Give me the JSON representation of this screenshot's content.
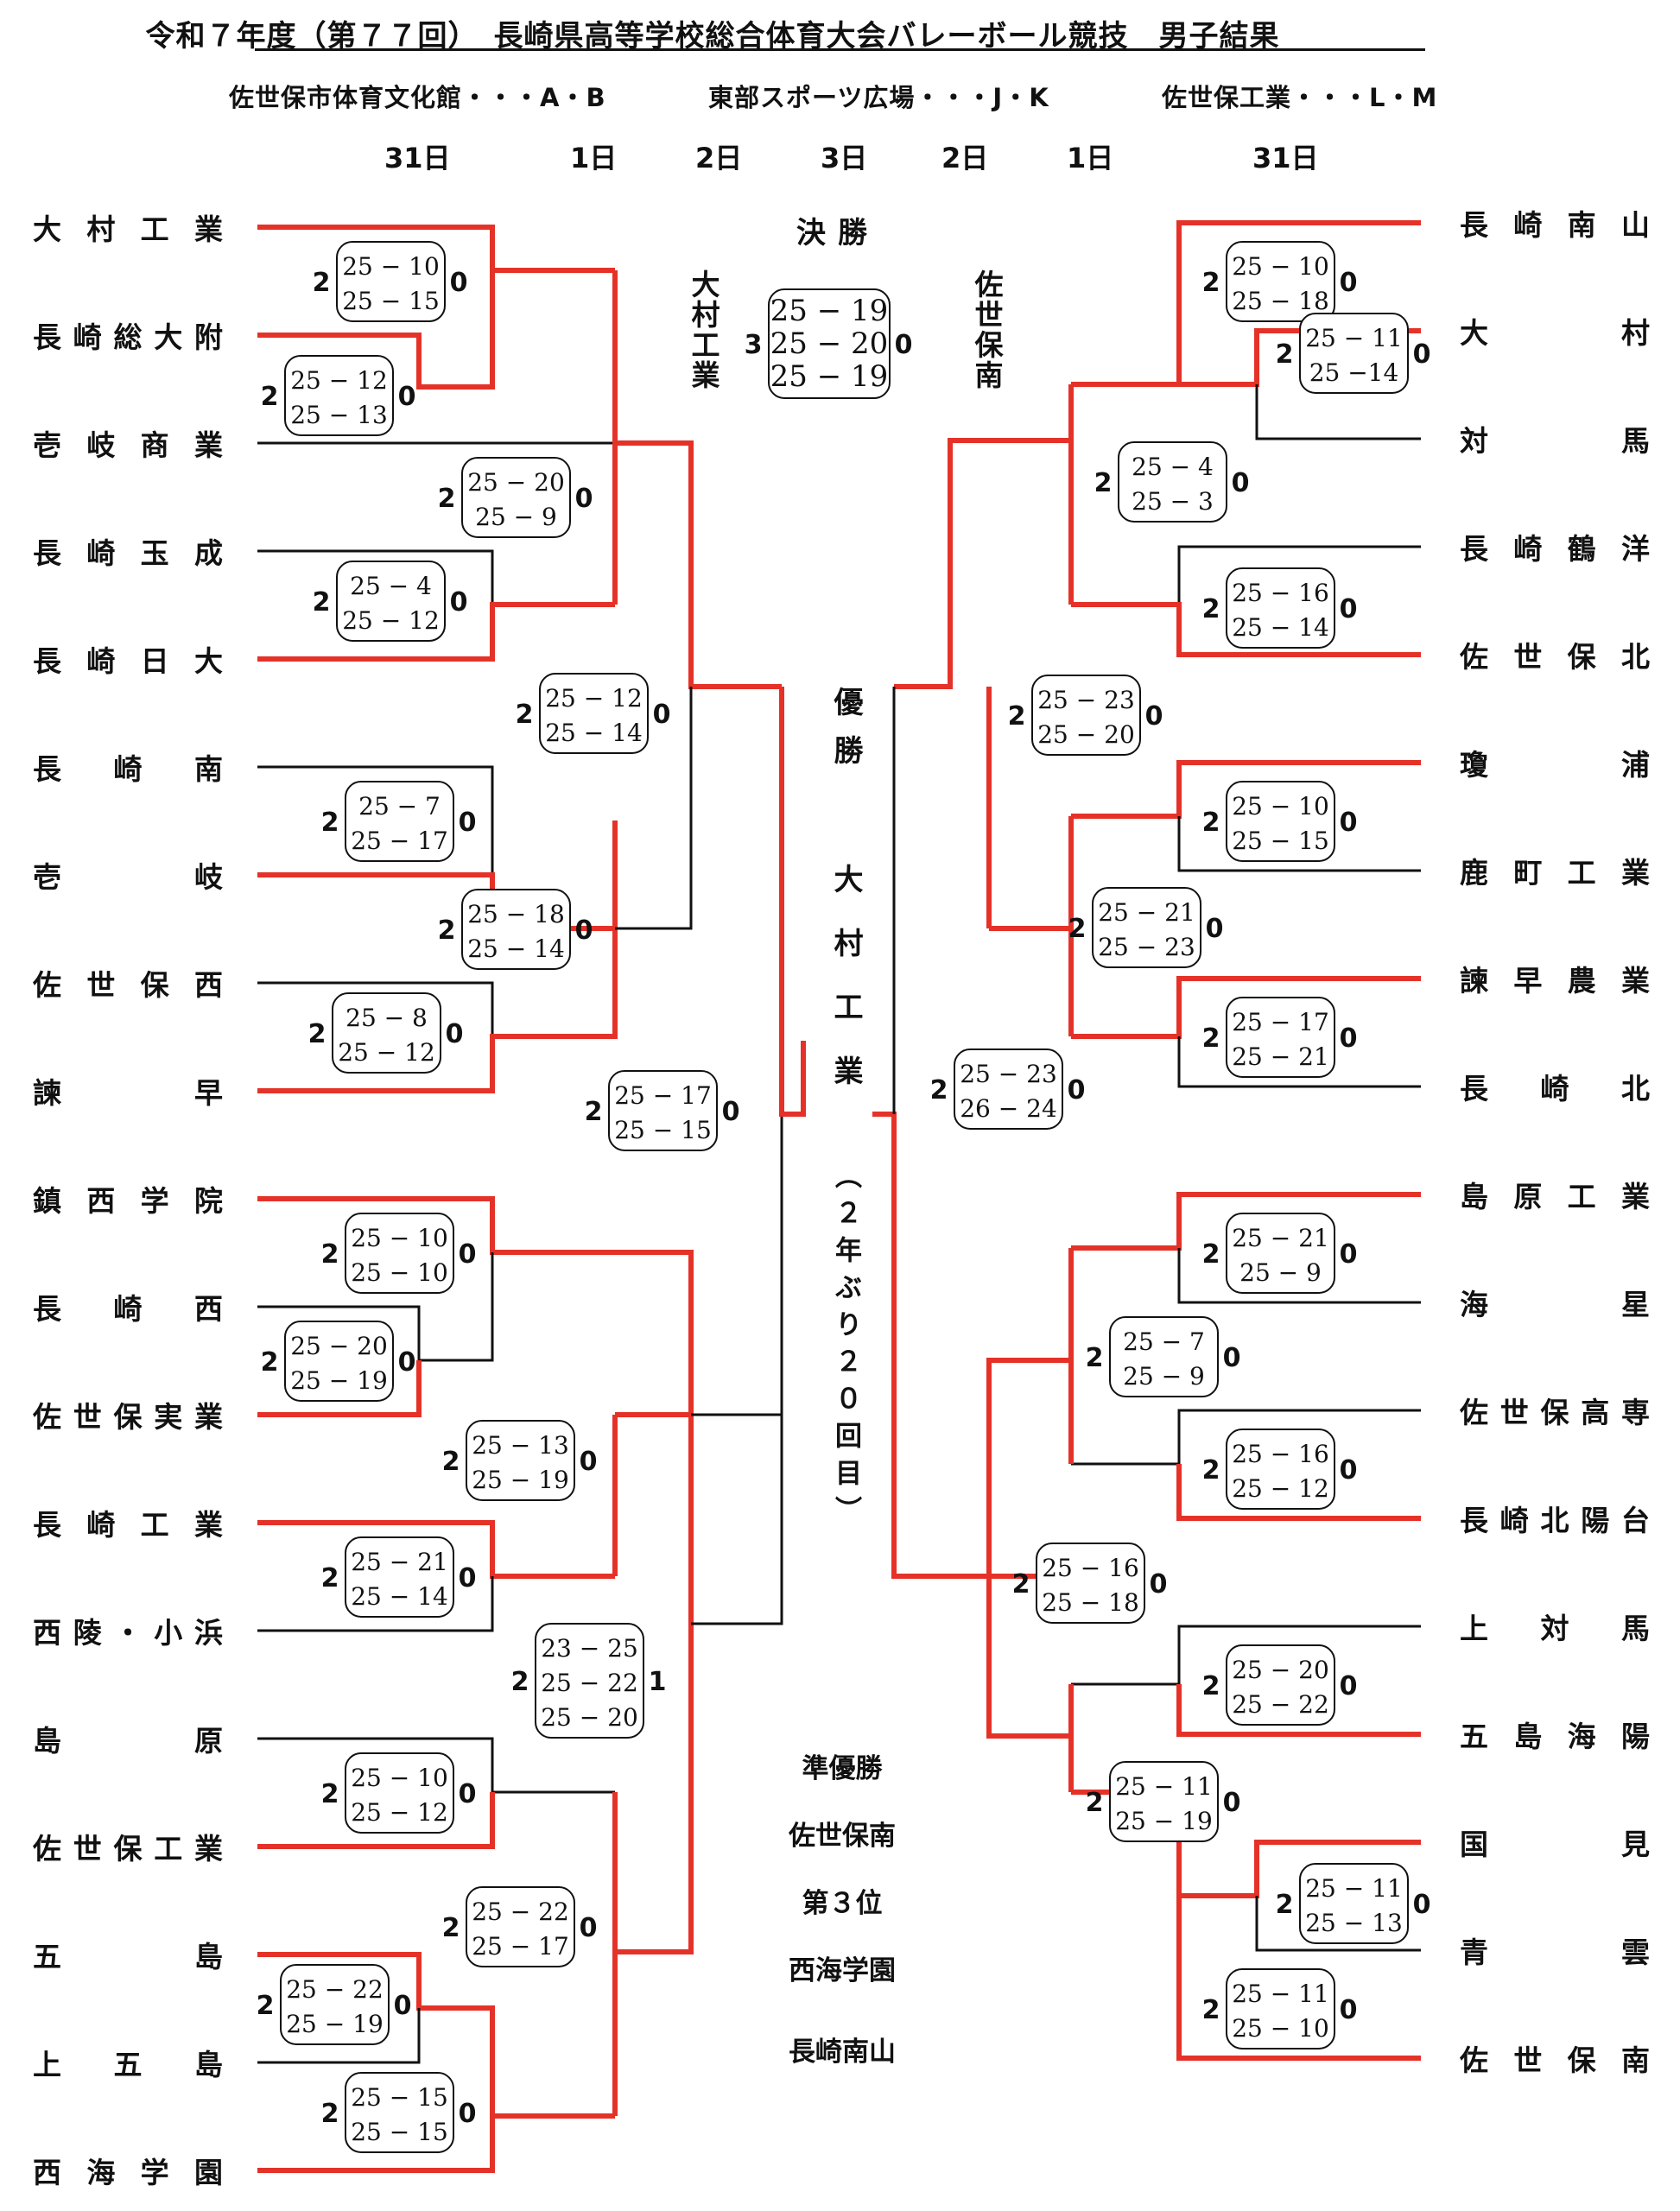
{
  "header": {
    "title": "令和７年度（第７７回）　長崎県高等学校総合体育大会バレーボール競技　男子結果",
    "venues": [
      "佐世保市体育文化館・・・A・B",
      "東部スポーツ広場・・・J・K",
      "佐世保工業・・・L・M"
    ],
    "days": [
      "31日",
      "1日",
      "2日",
      "3日",
      "2日",
      "1日",
      "31日"
    ]
  },
  "left_teams": [
    "大村工業",
    "長崎総大附",
    "壱岐商業",
    "長崎玉成",
    "長崎日大",
    "長崎南",
    "壱岐",
    "佐世保西",
    "諫早",
    "鎮西学院",
    "長崎西",
    "佐世保実業",
    "長崎工業",
    "西陵・小浜",
    "島原",
    "佐世保工業",
    "五島",
    "上五島",
    "西海学園"
  ],
  "right_teams": [
    "長崎南山",
    "大村",
    "対馬",
    "長崎鶴洋",
    "佐世保北",
    "瓊浦",
    "鹿町工業",
    "諫早農業",
    "長崎北",
    "島原工業",
    "海星",
    "佐世保高専",
    "長崎北陽台",
    "上対馬",
    "五島海陽",
    "国見",
    "青雲",
    "佐世保南"
  ],
  "final": {
    "label": "決勝",
    "left_team": "大村工業",
    "right_team": "佐世保南",
    "left_sets": "3",
    "right_sets": "0",
    "sets": [
      "25 − 19",
      "25 − 20",
      "25 − 19"
    ]
  },
  "champion": {
    "label": "優勝",
    "team": "大村工業",
    "note": "（２年ぶり２０回目）"
  },
  "results": {
    "runner_up_label": "準優勝",
    "runner_up": "佐世保南",
    "third_label": "第３位",
    "third": [
      "西海学園",
      "長崎南山"
    ]
  },
  "scores": [
    {
      "w": "2",
      "l": "0",
      "sets": [
        "25 − 10",
        "25 − 15"
      ]
    },
    {
      "w": "2",
      "l": "0",
      "sets": [
        "25 − 12",
        "25 − 13"
      ]
    },
    {
      "w": "2",
      "l": "0",
      "sets": [
        "25 − 20",
        "25 −  9"
      ]
    },
    {
      "w": "2",
      "l": "0",
      "sets": [
        "25 −  4",
        "25 − 12"
      ]
    },
    {
      "w": "2",
      "l": "0",
      "sets": [
        "25 − 12",
        "25 − 14"
      ]
    },
    {
      "w": "2",
      "l": "0",
      "sets": [
        "25 −  7",
        "25 − 17"
      ]
    },
    {
      "w": "2",
      "l": "0",
      "sets": [
        "25 − 18",
        "25 − 14"
      ]
    },
    {
      "w": "2",
      "l": "0",
      "sets": [
        "25 −  8",
        "25 − 12"
      ]
    },
    {
      "w": "2",
      "l": "0",
      "sets": [
        "25 − 17",
        "25 − 15"
      ]
    },
    {
      "w": "2",
      "l": "0",
      "sets": [
        "25 − 10",
        "25 − 10"
      ]
    },
    {
      "w": "2",
      "l": "0",
      "sets": [
        "25 − 20",
        "25 − 19"
      ]
    },
    {
      "w": "2",
      "l": "0",
      "sets": [
        "25 − 13",
        "25 − 19"
      ]
    },
    {
      "w": "2",
      "l": "0",
      "sets": [
        "25 − 21",
        "25 − 14"
      ]
    },
    {
      "w": "2",
      "l": "1",
      "sets": [
        "23 − 25",
        "25 − 22",
        "25 − 20"
      ]
    },
    {
      "w": "2",
      "l": "0",
      "sets": [
        "25 − 10",
        "25 − 12"
      ]
    },
    {
      "w": "2",
      "l": "0",
      "sets": [
        "25 − 22",
        "25 − 17"
      ]
    },
    {
      "w": "2",
      "l": "0",
      "sets": [
        "25 − 22",
        "25 − 19"
      ]
    },
    {
      "w": "2",
      "l": "0",
      "sets": [
        "25 − 15",
        "25 − 15"
      ]
    },
    {
      "w": "2",
      "l": "0",
      "sets": [
        "25 − 10",
        "25 − 18"
      ]
    },
    {
      "w": "2",
      "l": "0",
      "sets": [
        "25 − 11",
        "25 −14"
      ]
    },
    {
      "w": "2",
      "l": "0",
      "sets": [
        "25 −  4",
        "25 −  3"
      ]
    },
    {
      "w": "2",
      "l": "0",
      "sets": [
        "25 − 16",
        "25 − 14"
      ]
    },
    {
      "w": "2",
      "l": "0",
      "sets": [
        "25 − 23",
        "25 − 20"
      ]
    },
    {
      "w": "2",
      "l": "0",
      "sets": [
        "25 − 10",
        "25 − 15"
      ]
    },
    {
      "w": "2",
      "l": "0",
      "sets": [
        "25 − 21",
        "25 − 23"
      ]
    },
    {
      "w": "2",
      "l": "0",
      "sets": [
        "25 − 17",
        "25 − 21"
      ]
    },
    {
      "w": "2",
      "l": "0",
      "sets": [
        "25 − 23",
        "26 − 24"
      ]
    },
    {
      "w": "2",
      "l": "0",
      "sets": [
        "25 − 21",
        "25 −  9"
      ]
    },
    {
      "w": "2",
      "l": "0",
      "sets": [
        "25 −  7",
        "25 −  9"
      ]
    },
    {
      "w": "2",
      "l": "0",
      "sets": [
        "25 − 16",
        "25 − 12"
      ]
    },
    {
      "w": "2",
      "l": "0",
      "sets": [
        "25 − 16",
        "25 − 18"
      ]
    },
    {
      "w": "2",
      "l": "0",
      "sets": [
        "25 − 20",
        "25 − 22"
      ]
    },
    {
      "w": "2",
      "l": "0",
      "sets": [
        "25 − 11",
        "25 − 19"
      ]
    },
    {
      "w": "2",
      "l": "0",
      "sets": [
        "25 − 11",
        "25 − 13"
      ]
    },
    {
      "w": "2",
      "l": "0",
      "sets": [
        "25 − 11",
        "25 − 10"
      ]
    }
  ],
  "colors": {
    "winner_line": "#e53228",
    "loser_line": "#111111"
  }
}
